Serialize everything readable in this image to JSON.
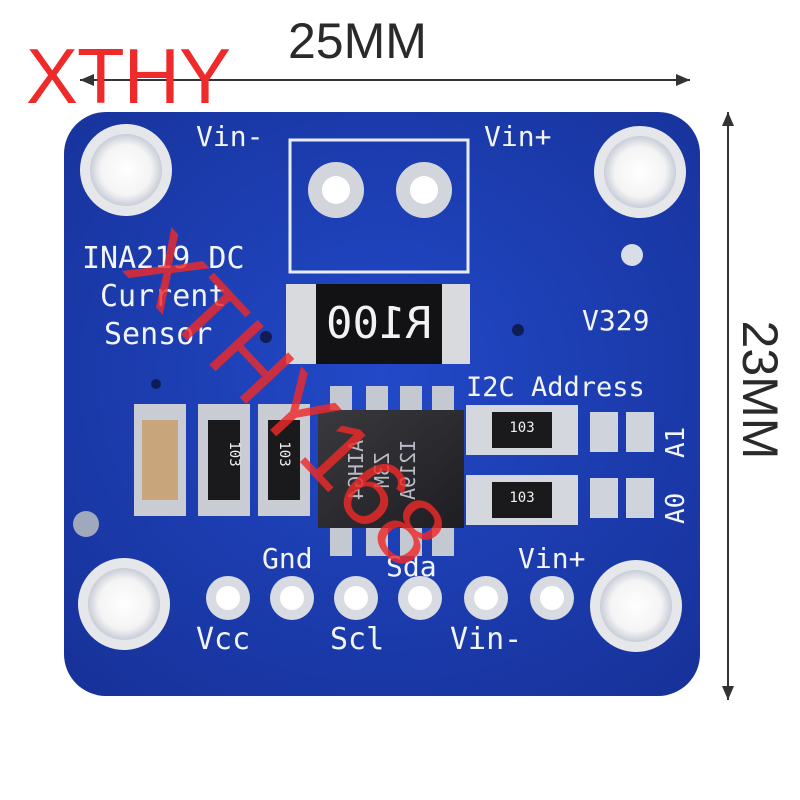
{
  "dimensions": {
    "width": "25MM",
    "height": "23MM"
  },
  "watermark": {
    "corner": "XTHY",
    "diagonal": "XTHY168"
  },
  "board": {
    "title_lines": [
      "INA219 DC",
      "Current",
      "Sensor"
    ],
    "version": "V329",
    "vin_minus_top": "Vin-",
    "vin_plus_top": "Vin+",
    "shunt_resistor": "R100",
    "i2c_address": "I2C Address",
    "a1": "A1",
    "a0": "A0",
    "chip_lines": [
      "AIHG4",
      "Z3M",
      "I219A"
    ],
    "resistor_code": "103",
    "pins_top": [
      "Gnd",
      "Sda",
      "Vin+"
    ],
    "pins_bottom": [
      "Vcc",
      "Scl",
      "Vin-"
    ]
  },
  "colors": {
    "pcb": "#1d3fb8",
    "silkscreen": "#f2f4f8",
    "watermark": "#ee2a2a"
  }
}
